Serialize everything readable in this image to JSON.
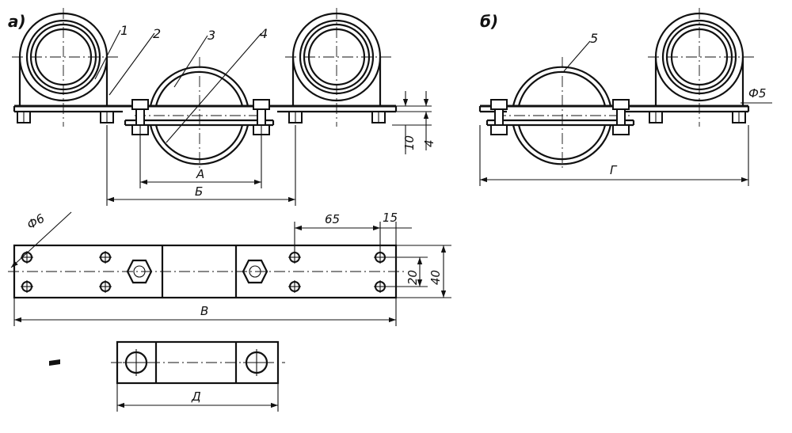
{
  "view_labels": {
    "a": "а)",
    "b": "б)"
  },
  "part_numbers": [
    "1",
    "2",
    "3",
    "4",
    "5"
  ],
  "dimensions": {
    "hole_top": "Ф6",
    "hole_right": "Ф5",
    "thickness_10": "10",
    "thickness_4": "4",
    "spacing_65": "65",
    "edge_15": "15",
    "width_20": "20",
    "width_40": "40",
    "A": "А",
    "B": "Б",
    "V": "В",
    "G": "Г",
    "D": "Д"
  }
}
